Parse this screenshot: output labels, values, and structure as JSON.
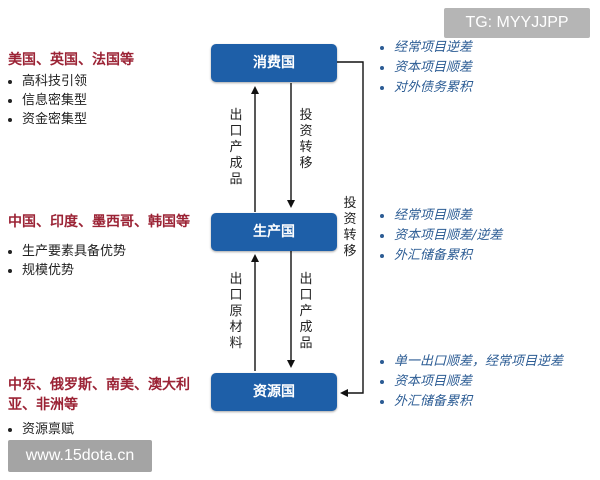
{
  "watermarks": {
    "top": "TG: MYYJJPP",
    "bottom": "www.15dota.cn"
  },
  "groups": [
    {
      "title": "美国、英国、法国等",
      "items": [
        "高科技引领",
        "信息密集型",
        "资金密集型"
      ]
    },
    {
      "title": "中国、印度、墨西哥、韩国等",
      "items": [
        "生产要素具备优势",
        "规模优势"
      ]
    },
    {
      "title": "中东、俄罗斯、南美、澳大利亚、非洲等",
      "items": [
        "资源禀赋"
      ]
    }
  ],
  "nodes": {
    "consumer": "消费国",
    "producer": "生产国",
    "resource": "资源国"
  },
  "flows": {
    "producer_to_consumer": "出口产成品",
    "consumer_to_producer": "投资转移",
    "resource_to_producer": "出口原材料",
    "producer_to_resource": "出口产成品",
    "consumer_to_resource": "投资转移"
  },
  "notes": {
    "consumer": [
      "经常项目逆差",
      "资本项目顺差",
      "对外债务累积"
    ],
    "producer": [
      "经常项目顺差",
      "资本项目顺差/逆差",
      "外汇储备累积"
    ],
    "resource": [
      "单一出口顺差，经常项目逆差",
      "资本项目顺差",
      "外汇储备累积"
    ]
  },
  "colors": {
    "node": "#1e5fa8",
    "group_title": "#9b2335",
    "note": "#2c5c94"
  }
}
